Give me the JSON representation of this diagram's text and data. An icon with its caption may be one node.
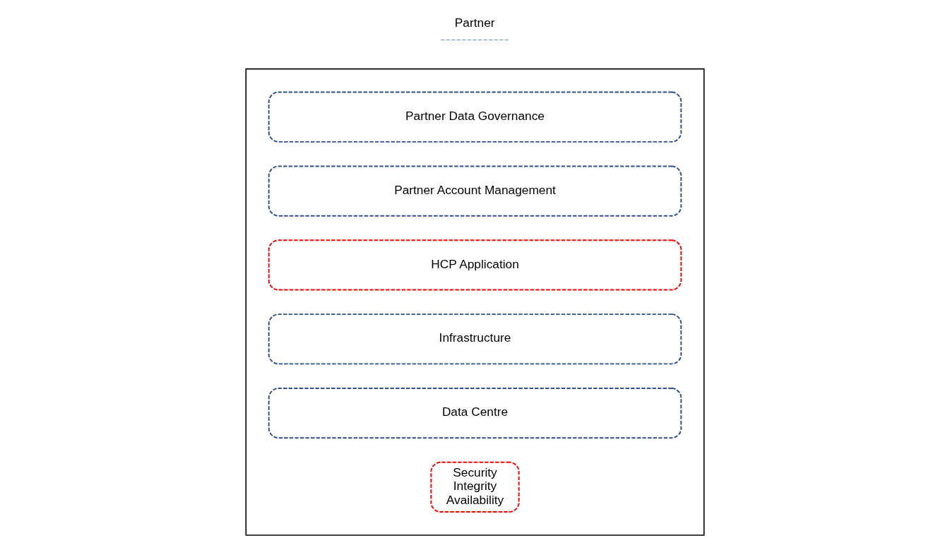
{
  "diagram": {
    "nodes": [
      {
        "text": [],
        "shape": "box"
      },
      {
        "text": [
          "Partner Data Governance"
        ],
        "in": 0
      },
      {
        "text": [
          "Partner Account Management"
        ],
        "in": 0
      },
      {
        "text": [
          "HCP Application"
        ],
        "in": 0
      },
      {
        "text": [
          "Infrastructure"
        ],
        "in": 0
      },
      {
        "text": [
          "Data Centre"
        ],
        "in": 0
      },
      {
        "text": [
          "Security",
          "Integrity",
          "Availability"
        ],
        "in": 0
      }
    ],
    "legend": [
      {
        "text": "Partner"
      }
    ]
  }
}
